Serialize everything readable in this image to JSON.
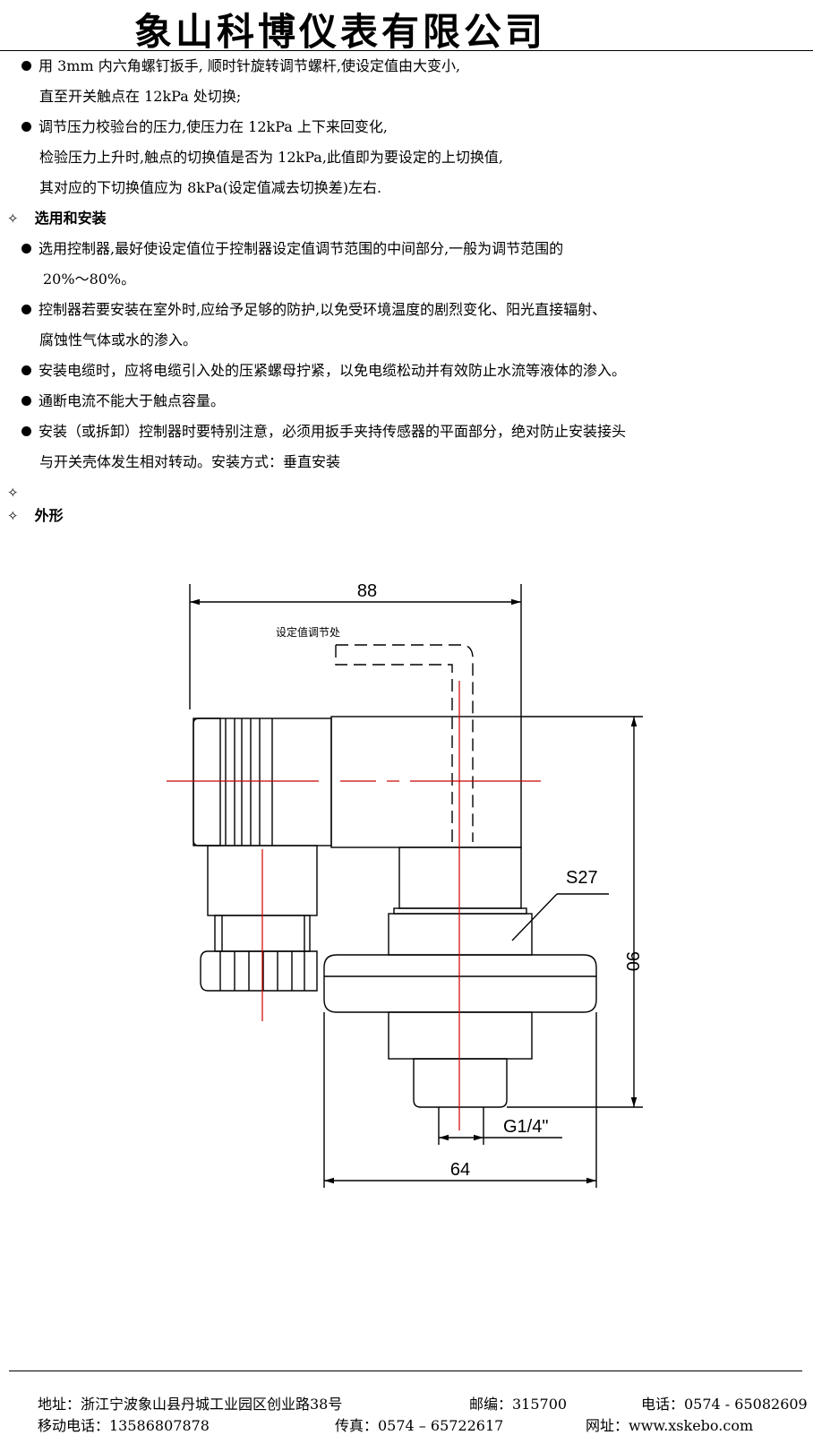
{
  "header": {
    "company": "象山科博仪表有限公司"
  },
  "setting_steps": [
    {
      "bullet": true,
      "text": "用 3mm 内六角螺钉扳手, 顺时针旋转调节螺杆,使设定值由大变小,"
    },
    {
      "bullet": false,
      "text": "直至开关触点在 12kPa 处切换;"
    },
    {
      "bullet": true,
      "text": "调节压力校验台的压力,使压力在 12kPa 上下来回变化,"
    },
    {
      "bullet": false,
      "text": "检验压力上升时,触点的切换值是否为 12kPa,此值即为要设定的上切换值,"
    },
    {
      "bullet": false,
      "text": "其对应的下切换值应为 8kPa(设定值减去切换差)左右."
    }
  ],
  "section_install": {
    "title": "选用和安装"
  },
  "install_items": [
    {
      "bullet": true,
      "text": "选用控制器,最好使设定值位于控制器设定值调节范围的中间部分,一般为调节范围的"
    },
    {
      "bullet": false,
      "text": "20%～80%。"
    },
    {
      "bullet": true,
      "text": "控制器若要安装在室外时,应给予足够的防护,以免受环境温度的剧烈变化、阳光直接辐射、"
    },
    {
      "bullet": false,
      "text": "腐蚀性气体或水的渗入。"
    },
    {
      "bullet": true,
      "text": "安装电缆时，应将电缆引入处的压紧螺母拧紧，以免电缆松动并有效防止水流等液体的渗入。"
    },
    {
      "bullet": true,
      "text": "通断电流不能大于触点容量。"
    },
    {
      "bullet": true,
      "text": "安装（或拆卸）控制器时要特别注意，必须用扳手夹持传感器的平面部分，绝对防止安装接头"
    },
    {
      "bullet": false,
      "text": "与开关壳体发生相对转动。安装方式：垂直安装"
    }
  ],
  "section_shape": {
    "title": "外形"
  },
  "drawing": {
    "dim_width_top": "88",
    "adjust_label": "设定值调节处",
    "wrench_label": "S27",
    "dim_height": "90",
    "thread_label": "G1/4\"",
    "dim_width_bottom": "64"
  },
  "footer": {
    "address": "地址：浙江宁波象山县丹城工业园区创业路38号",
    "postcode": "邮编：315700",
    "phone": "电话：0574 - 65082609",
    "mobile": "移动电话：13586807878",
    "fax": "传真：0574 – 65722617",
    "website": "网址：www.xskebo.com"
  }
}
